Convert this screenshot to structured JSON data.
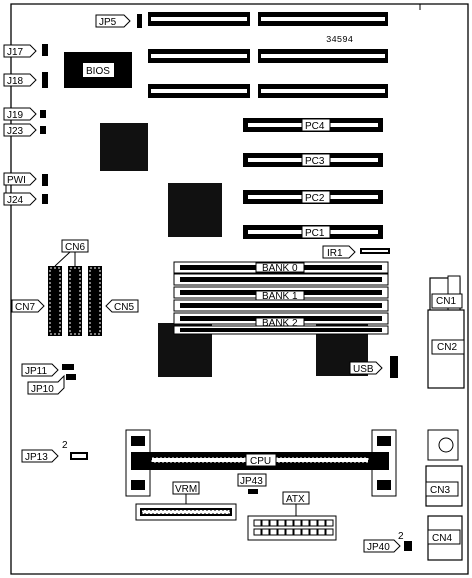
{
  "board": {
    "part_number": "34594"
  },
  "labels": {
    "jp5": "JP5",
    "j17": "J17",
    "j18": "J18",
    "j19": "J19",
    "j23": "J23",
    "pwi": "PWI",
    "j24": "J24",
    "bios": "BIOS",
    "pc4": "PC4",
    "pc3": "PC3",
    "pc2": "PC2",
    "pc1": "PC1",
    "ir1": "IR1",
    "bank0": "BANK 0",
    "bank1": "BANK 1",
    "bank2": "BANK 2",
    "cn6": "CN6",
    "cn7": "CN7",
    "cn5": "CN5",
    "cn1": "CN1",
    "cn2": "CN2",
    "cn3": "CN3",
    "cn4": "CN4",
    "usb": "USB",
    "jp11": "JP11",
    "jp10": "JP10",
    "jp13": "JP13",
    "jp13_pin": "2",
    "cpu": "CPU",
    "vrm": "VRM",
    "jp43": "JP43",
    "atx": "ATX",
    "jp40": "JP40",
    "jp40_pin": "2"
  }
}
